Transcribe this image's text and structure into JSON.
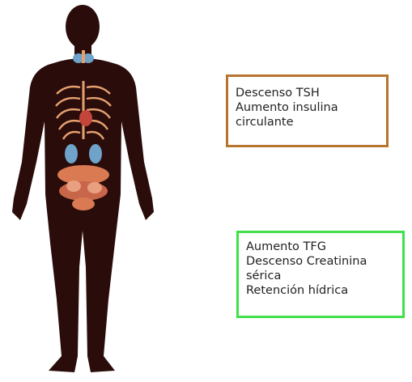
{
  "colors": {
    "body_silhouette": "#2a0c0a",
    "organs": "#d97a52",
    "thyroid": "#6fa3c9",
    "thyroid_box_border": "#b8752f",
    "kidney_box_border": "#3fe04a"
  },
  "figure": {
    "icon": "human-body-anatomy-icon"
  },
  "boxes": {
    "thyroid": {
      "lines": [
        "Descenso TSH",
        "Aumento insulina",
        "circulante"
      ]
    },
    "kidney": {
      "lines": [
        "Aumento TFG",
        "Descenso Creatinina",
        "sérica",
        "Retención hídrica"
      ]
    }
  }
}
